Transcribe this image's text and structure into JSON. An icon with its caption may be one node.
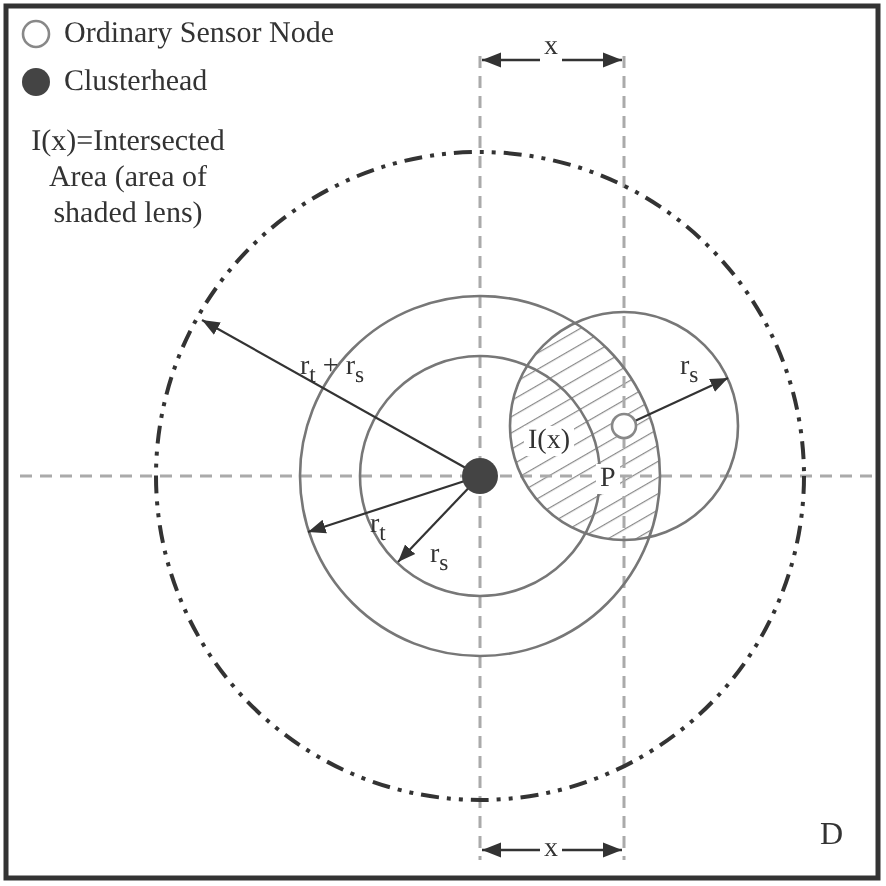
{
  "diagram": {
    "labels": [
      "I(x)=Intersected Area (area of shaded lens)",
      "x",
      "r$_{t}$ + r$_{s}$",
      "I(x)",
      "r$_{s}$",
      "r$_{t}$",
      "r$_{s}$",
      "P",
      "x",
      "D"
    ],
    "legend": [
      {
        "text": "Ordinary Sensor Node"
      },
      {
        "text": "Clusterhead"
      }
    ]
  }
}
